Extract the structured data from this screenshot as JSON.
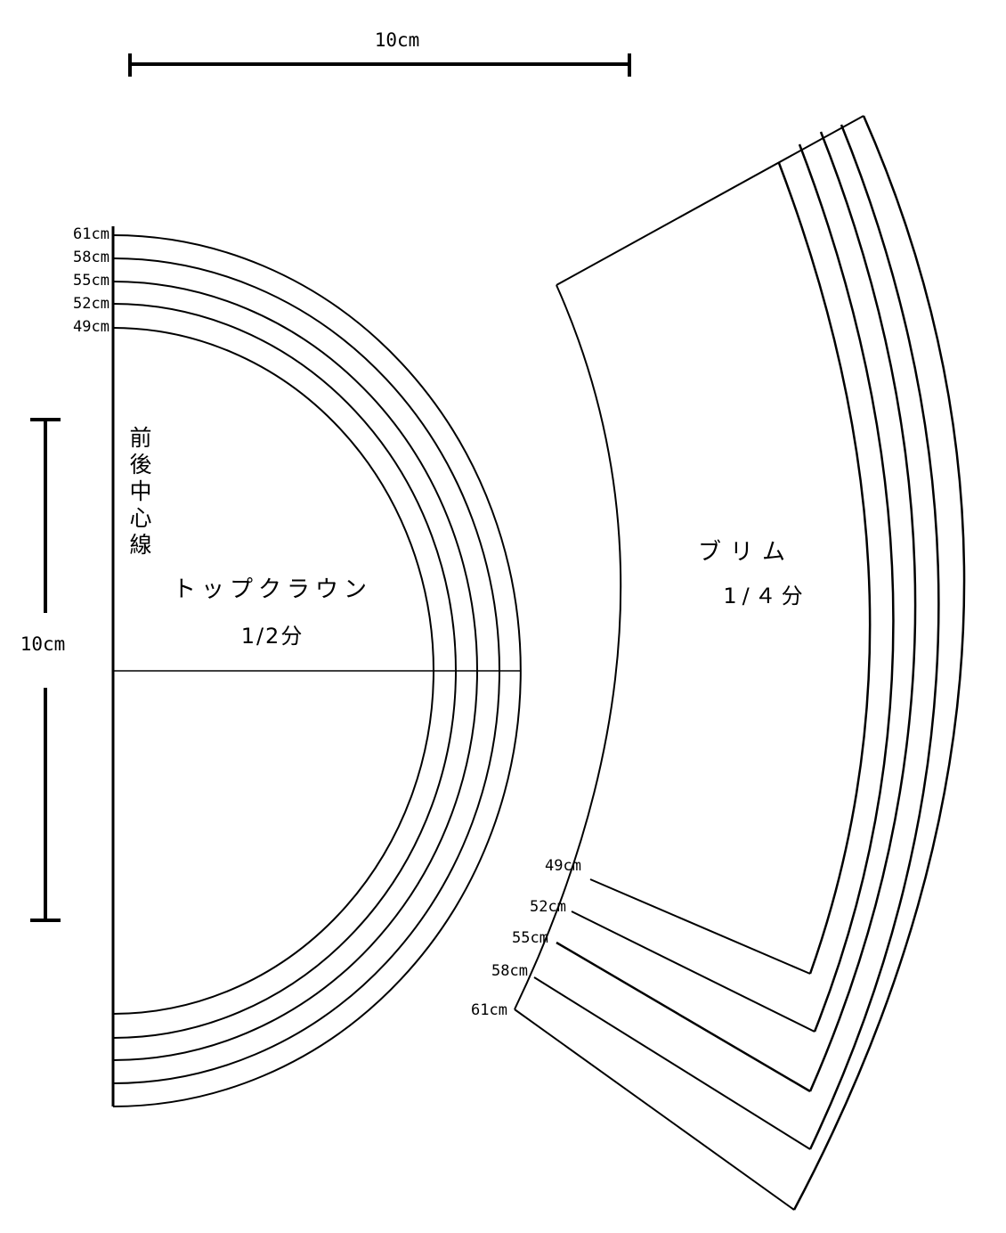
{
  "scale_bars": {
    "horizontal_label": "10cm",
    "vertical_label": "10cm"
  },
  "crown": {
    "title": "トップクラウン",
    "fraction": "1/2分",
    "center_line_label": [
      "前",
      "後",
      "中",
      "心",
      "線"
    ],
    "sizes": [
      "61cm",
      "58cm",
      "55cm",
      "52cm",
      "49cm"
    ]
  },
  "brim": {
    "title": "ブリム",
    "fraction": "1/４分",
    "sizes": [
      "49cm",
      "52cm",
      "55cm",
      "58cm",
      "61cm"
    ]
  },
  "colors": {
    "line": "#000000",
    "background": "#ffffff"
  }
}
